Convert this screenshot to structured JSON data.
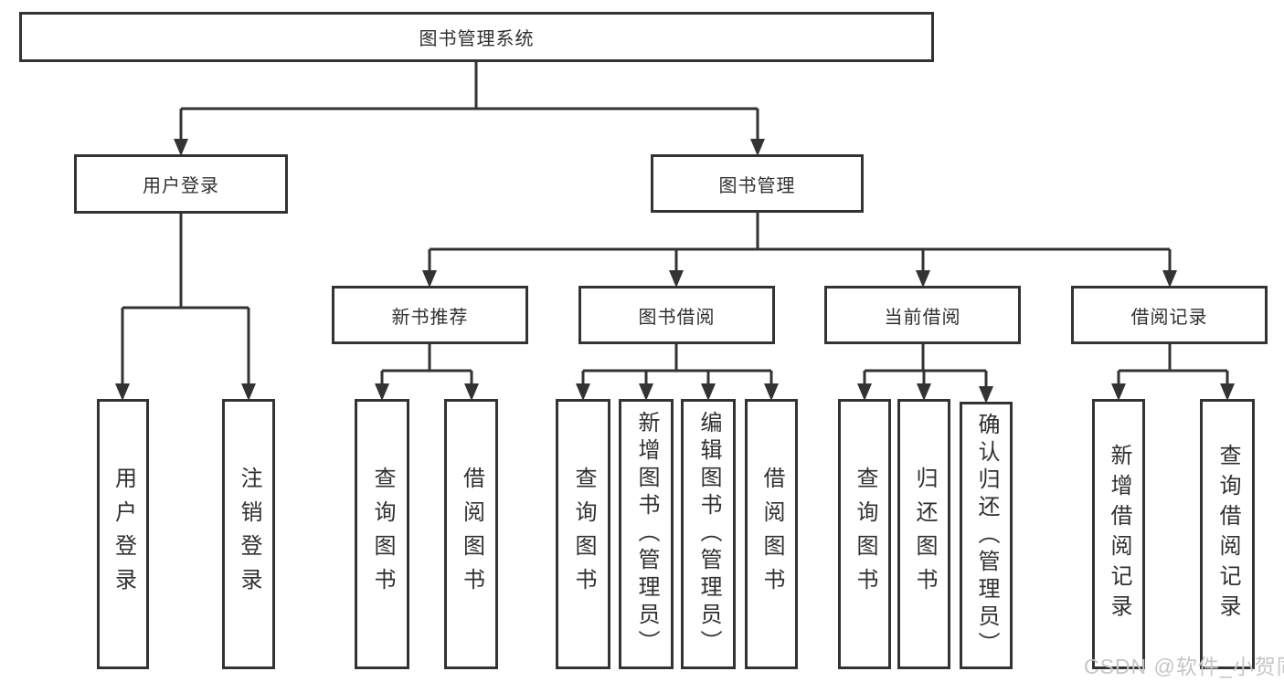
{
  "diagram": {
    "root": {
      "label": "图书管理系统"
    },
    "branches": [
      {
        "label": "用户登录",
        "children": [
          {
            "label": "用户登录"
          },
          {
            "label": "注销登录"
          }
        ]
      },
      {
        "label": "图书管理",
        "sections": [
          {
            "label": "新书推荐",
            "children": [
              {
                "label": "查询图书"
              },
              {
                "label": "借阅图书"
              }
            ]
          },
          {
            "label": "图书借阅",
            "children": [
              {
                "label": "查询图书"
              },
              {
                "label": "新增图书（管理员）"
              },
              {
                "label": "编辑图书（管理员）"
              },
              {
                "label": "借阅图书"
              }
            ]
          },
          {
            "label": "当前借阅",
            "children": [
              {
                "label": "查询图书"
              },
              {
                "label": "归还图书"
              },
              {
                "label": "确认归还（管理员）"
              }
            ]
          },
          {
            "label": "借阅记录",
            "children": [
              {
                "label": "新增借阅记录"
              },
              {
                "label": "查询借阅记录"
              }
            ]
          }
        ]
      }
    ]
  },
  "watermark": {
    "text": "CSDN @软件_小贺同学",
    "color": "#c6c6c6"
  },
  "colors": {
    "line": "#333333",
    "box_border": "#333333",
    "background": "#ffffff",
    "text": "#303030"
  }
}
